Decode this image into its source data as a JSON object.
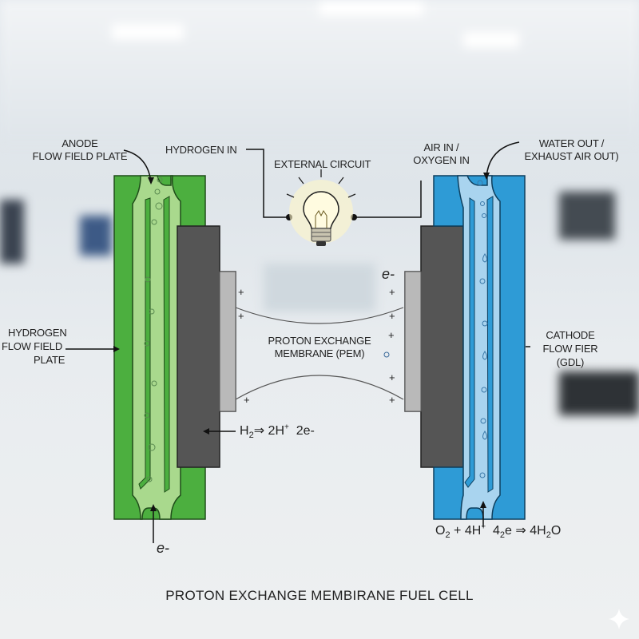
{
  "title": "PROTON EXCHANGE MEMBIRANE FUEL CELL",
  "labels": {
    "anode_plate": [
      "ANODE",
      "FLOW FIELD PLATE"
    ],
    "hydrogen_in": "HYDROGEN IN",
    "external_circuit": "EXTERNAL CIRCUIT",
    "air_in": [
      "AIR IN /",
      "OXYGEN IN"
    ],
    "water_out": [
      "WATER OUT /",
      "EXHAUST AIR OUT)"
    ],
    "hydrogen_plate": [
      "HYDROGEN",
      "FLOW FIELD",
      "PLATE"
    ],
    "cathode": [
      "CATHODE",
      "FLOW FIER",
      "(GDL)"
    ],
    "pem": [
      "PROTON EXCHANGE",
      "MEMBRANE (PEM)"
    ],
    "electron_top": "e-",
    "electron_bottom": "e-"
  },
  "equations": {
    "anode": {
      "h": "H",
      "sub": "2",
      "rest": "⇒ 2H",
      "sup": "+",
      "tail": "  2e-"
    },
    "cathode": {
      "o": "O",
      "sub1": "2",
      "a": " + 4H",
      "sup": "+",
      "b": "  4",
      "sub2": "2",
      "c": "e ⇒ 4H",
      "sub3": "2",
      "d": "O"
    }
  },
  "plus_signs": [
    "+",
    "+",
    "+",
    "+",
    "+",
    "+",
    "+",
    "+"
  ],
  "colors": {
    "anode": "#4caf3f",
    "anode_light": "#a9d98d",
    "cathode": "#2e9bd6",
    "cathode_light": "#a9d4ef",
    "gdl": "#555555",
    "membrane": "#b9b9b9"
  }
}
